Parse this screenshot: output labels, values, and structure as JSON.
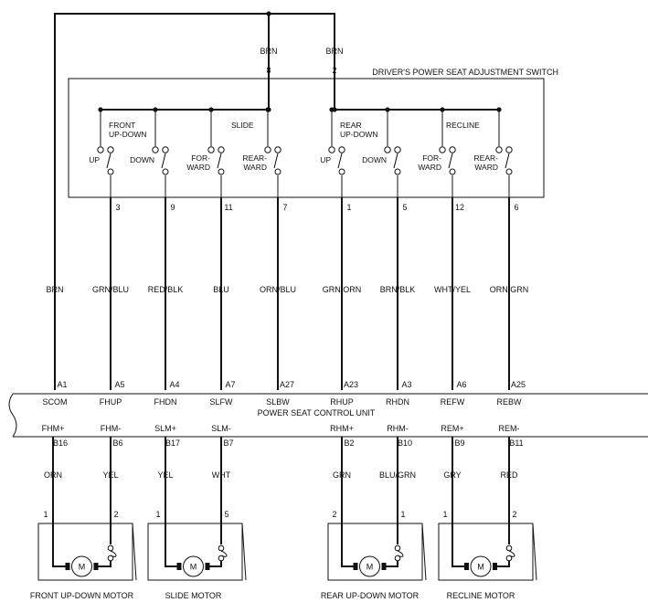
{
  "switch_title": "DRIVER'S POWER SEAT ADJUSTMENT SWITCH",
  "unit_title": "POWER SEAT CONTROL UNIT",
  "common": [
    {
      "wire": "BRN",
      "pin": "8"
    },
    {
      "wire": "BRN",
      "pin": "2"
    }
  ],
  "groups": [
    {
      "lines": [
        "FRONT",
        "UP-DOWN"
      ]
    },
    {
      "lines": [
        "SLIDE"
      ]
    },
    {
      "lines": [
        "REAR",
        "UP-DOWN"
      ]
    },
    {
      "lines": [
        "RECLINE"
      ]
    }
  ],
  "switches": [
    {
      "label": [
        "UP"
      ],
      "pin": "3",
      "wire": "GRN/BLU",
      "term": "A5",
      "sig": "FHUP"
    },
    {
      "label": [
        "DOWN"
      ],
      "pin": "9",
      "wire": "RED/BLK",
      "term": "A4",
      "sig": "FHDN"
    },
    {
      "label": [
        "FOR-",
        "WARD"
      ],
      "pin": "11",
      "wire": "BLU",
      "term": "A7",
      "sig": "SLFW"
    },
    {
      "label": [
        "REAR-",
        "WARD"
      ],
      "pin": "7",
      "wire": "ORN/BLU",
      "term": "A27",
      "sig": "SLBW"
    },
    {
      "label": [
        "UP"
      ],
      "pin": "1",
      "wire": "GRN/ORN",
      "term": "A23",
      "sig": "RHUP"
    },
    {
      "label": [
        "DOWN"
      ],
      "pin": "5",
      "wire": "BRN/BLK",
      "term": "A3",
      "sig": "RHDN"
    },
    {
      "label": [
        "FOR-",
        "WARD"
      ],
      "pin": "12",
      "wire": "WHT/YEL",
      "term": "A6",
      "sig": "REFW"
    },
    {
      "label": [
        "REAR-",
        "WARD"
      ],
      "pin": "6",
      "wire": "ORN/GRN",
      "term": "A25",
      "sig": "REBW"
    }
  ],
  "scom": {
    "wire": "BRN",
    "term": "A1",
    "sig": "SCOM"
  },
  "bottom": [
    {
      "sig": "FHM+",
      "term": "B16",
      "wire": "ORN",
      "pin": "1"
    },
    {
      "sig": "FHM-",
      "term": "B6",
      "wire": "YEL",
      "pin": "2"
    },
    {
      "sig": "SLM+",
      "term": "B17",
      "wire": "YEL",
      "pin": "1"
    },
    {
      "sig": "SLM-",
      "term": "B7",
      "wire": "WHT",
      "pin": "5"
    },
    {
      "sig": "RHM+",
      "term": "B2",
      "wire": "GRN",
      "pin": "2"
    },
    {
      "sig": "RHM-",
      "term": "B10",
      "wire": "BLU/GRN",
      "pin": "1"
    },
    {
      "sig": "REM+",
      "term": "B9",
      "wire": "GRY",
      "pin": "1"
    },
    {
      "sig": "REM-",
      "term": "B11",
      "wire": "RED",
      "pin": "2"
    }
  ],
  "motors": [
    {
      "name": "FRONT UP-DOWN MOTOR",
      "symbol": "M"
    },
    {
      "name": "SLIDE MOTOR",
      "symbol": "M"
    },
    {
      "name": "REAR UP-DOWN MOTOR",
      "symbol": "M"
    },
    {
      "name": "RECLINE MOTOR",
      "symbol": "M"
    }
  ]
}
